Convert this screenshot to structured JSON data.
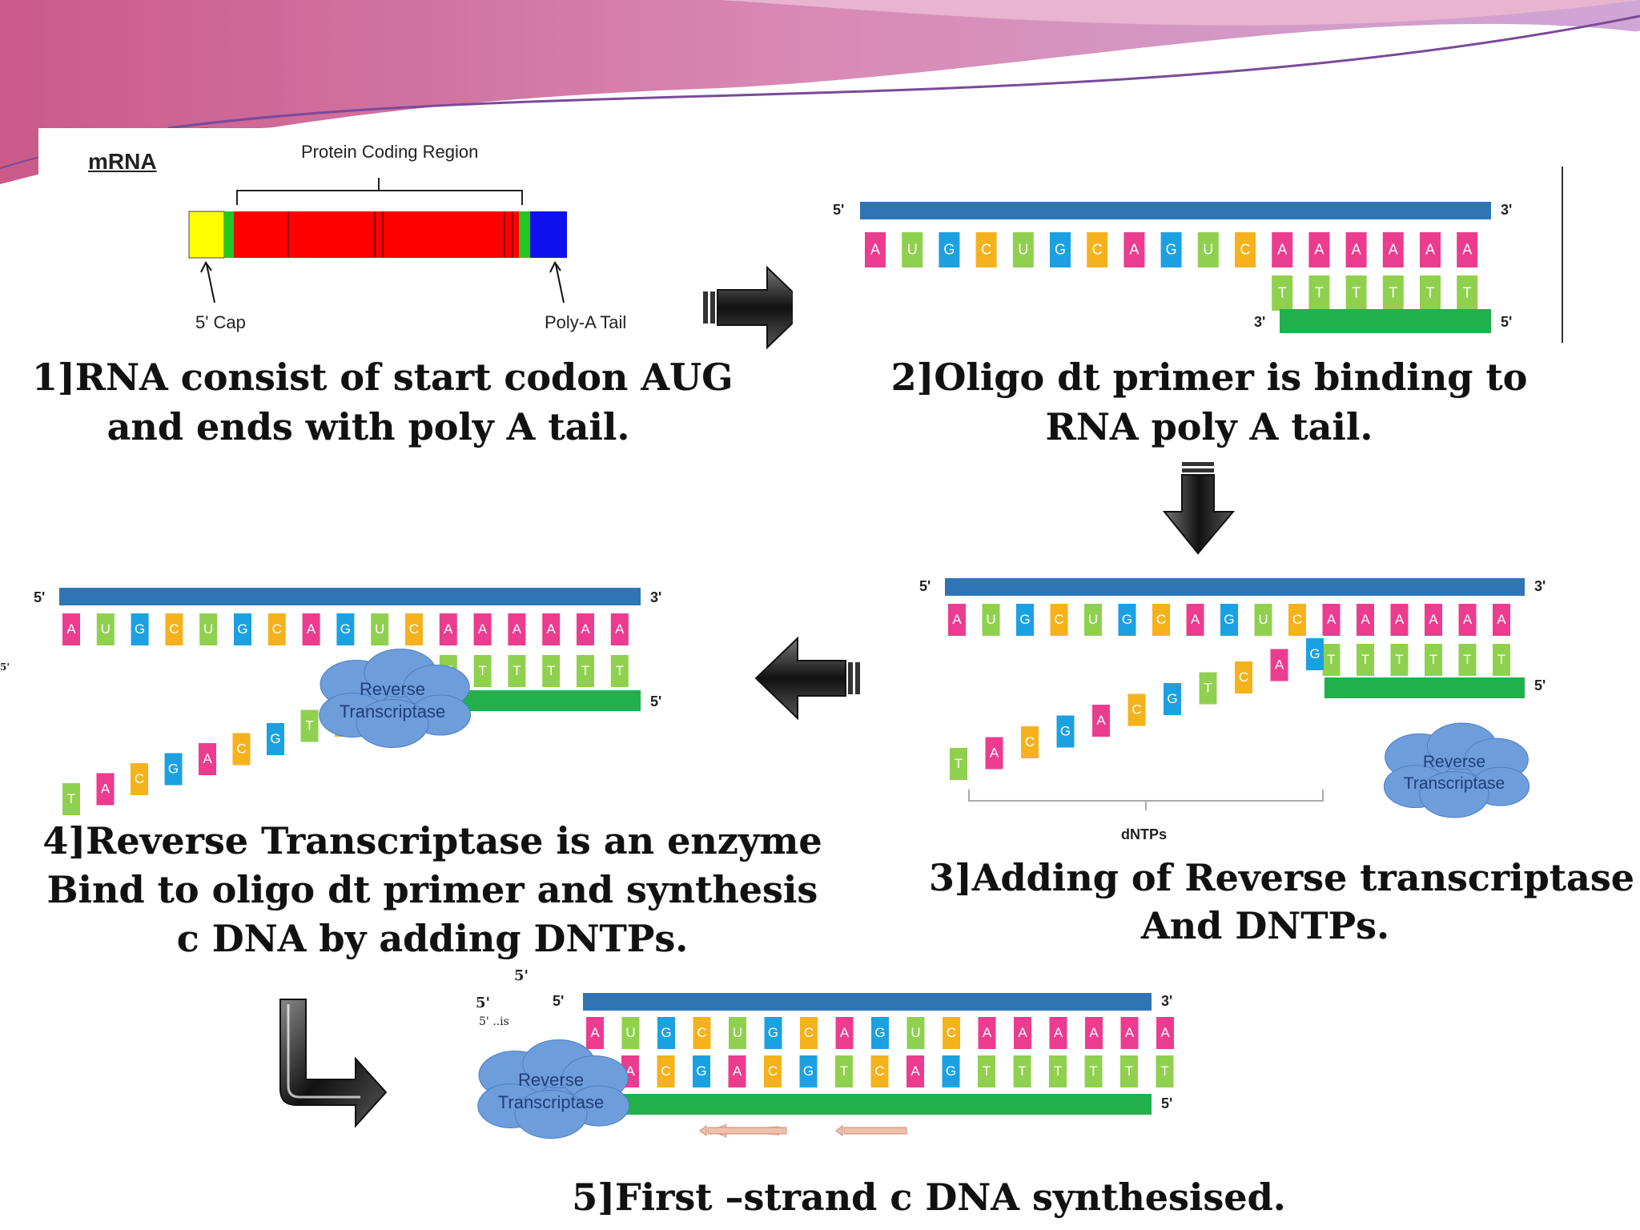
{
  "colors": {
    "A": "#ec3c8f",
    "U": "#8fd14f",
    "G": "#1ba1e2",
    "C": "#f5b21c",
    "T": "#8fd14f",
    "rna_strand": "#2e75b6",
    "dna_strand": "#21b04c",
    "cloud": "#6d9ddb"
  },
  "panel1": {
    "title": "mRNA",
    "coding_label": "Protein Coding Region",
    "cap_label": "5' Cap",
    "tail_label": "Poly-A Tail"
  },
  "strand_labels": {
    "five": "5'",
    "three": "3'"
  },
  "rna_bases": [
    "A",
    "U",
    "G",
    "C",
    "U",
    "G",
    "C",
    "A",
    "G",
    "U",
    "C",
    "A",
    "A",
    "A",
    "A",
    "A",
    "A"
  ],
  "primer_bases": [
    "T",
    "T",
    "T",
    "T",
    "T",
    "T"
  ],
  "panel3": {
    "free_bases": [
      "T",
      "A",
      "C",
      "G",
      "A",
      "C",
      "G",
      "T",
      "C",
      "A",
      "G"
    ],
    "dntps_label": "dNTPs",
    "enzyme": [
      "Reverse",
      "Transcriptase"
    ]
  },
  "panel4": {
    "free_bases": [
      "T",
      "A",
      "C",
      "G",
      "A",
      "C",
      "G",
      "T"
    ],
    "enzyme": [
      "Reverse",
      "Transcriptase"
    ],
    "stray": "5'"
  },
  "panel5": {
    "cdna_bases": [
      "A",
      "C",
      "G",
      "A",
      "C",
      "G",
      "T",
      "C",
      "A",
      "G",
      "T",
      "T",
      "T",
      "T",
      "T",
      "T"
    ],
    "enzyme": [
      "Reverse",
      "Transcriptase"
    ],
    "stray_a": "5'",
    "stray_b": "5'",
    "stray_c": "5' ..is"
  },
  "captions": {
    "step1": [
      "1]RNA consist of start codon AUG",
      "and ends with poly A tail."
    ],
    "step2": [
      "2]Oligo dt primer is binding to",
      "RNA poly A tail."
    ],
    "step3": [
      "3]Adding of Reverse transcriptase",
      "And DNTPs."
    ],
    "step4": [
      "4]Reverse Transcriptase is an enzyme",
      "Bind to oligo dt primer and synthesis",
      "c DNA by adding DNTPs."
    ],
    "step5": [
      "5]First –strand c DNA synthesised."
    ]
  }
}
